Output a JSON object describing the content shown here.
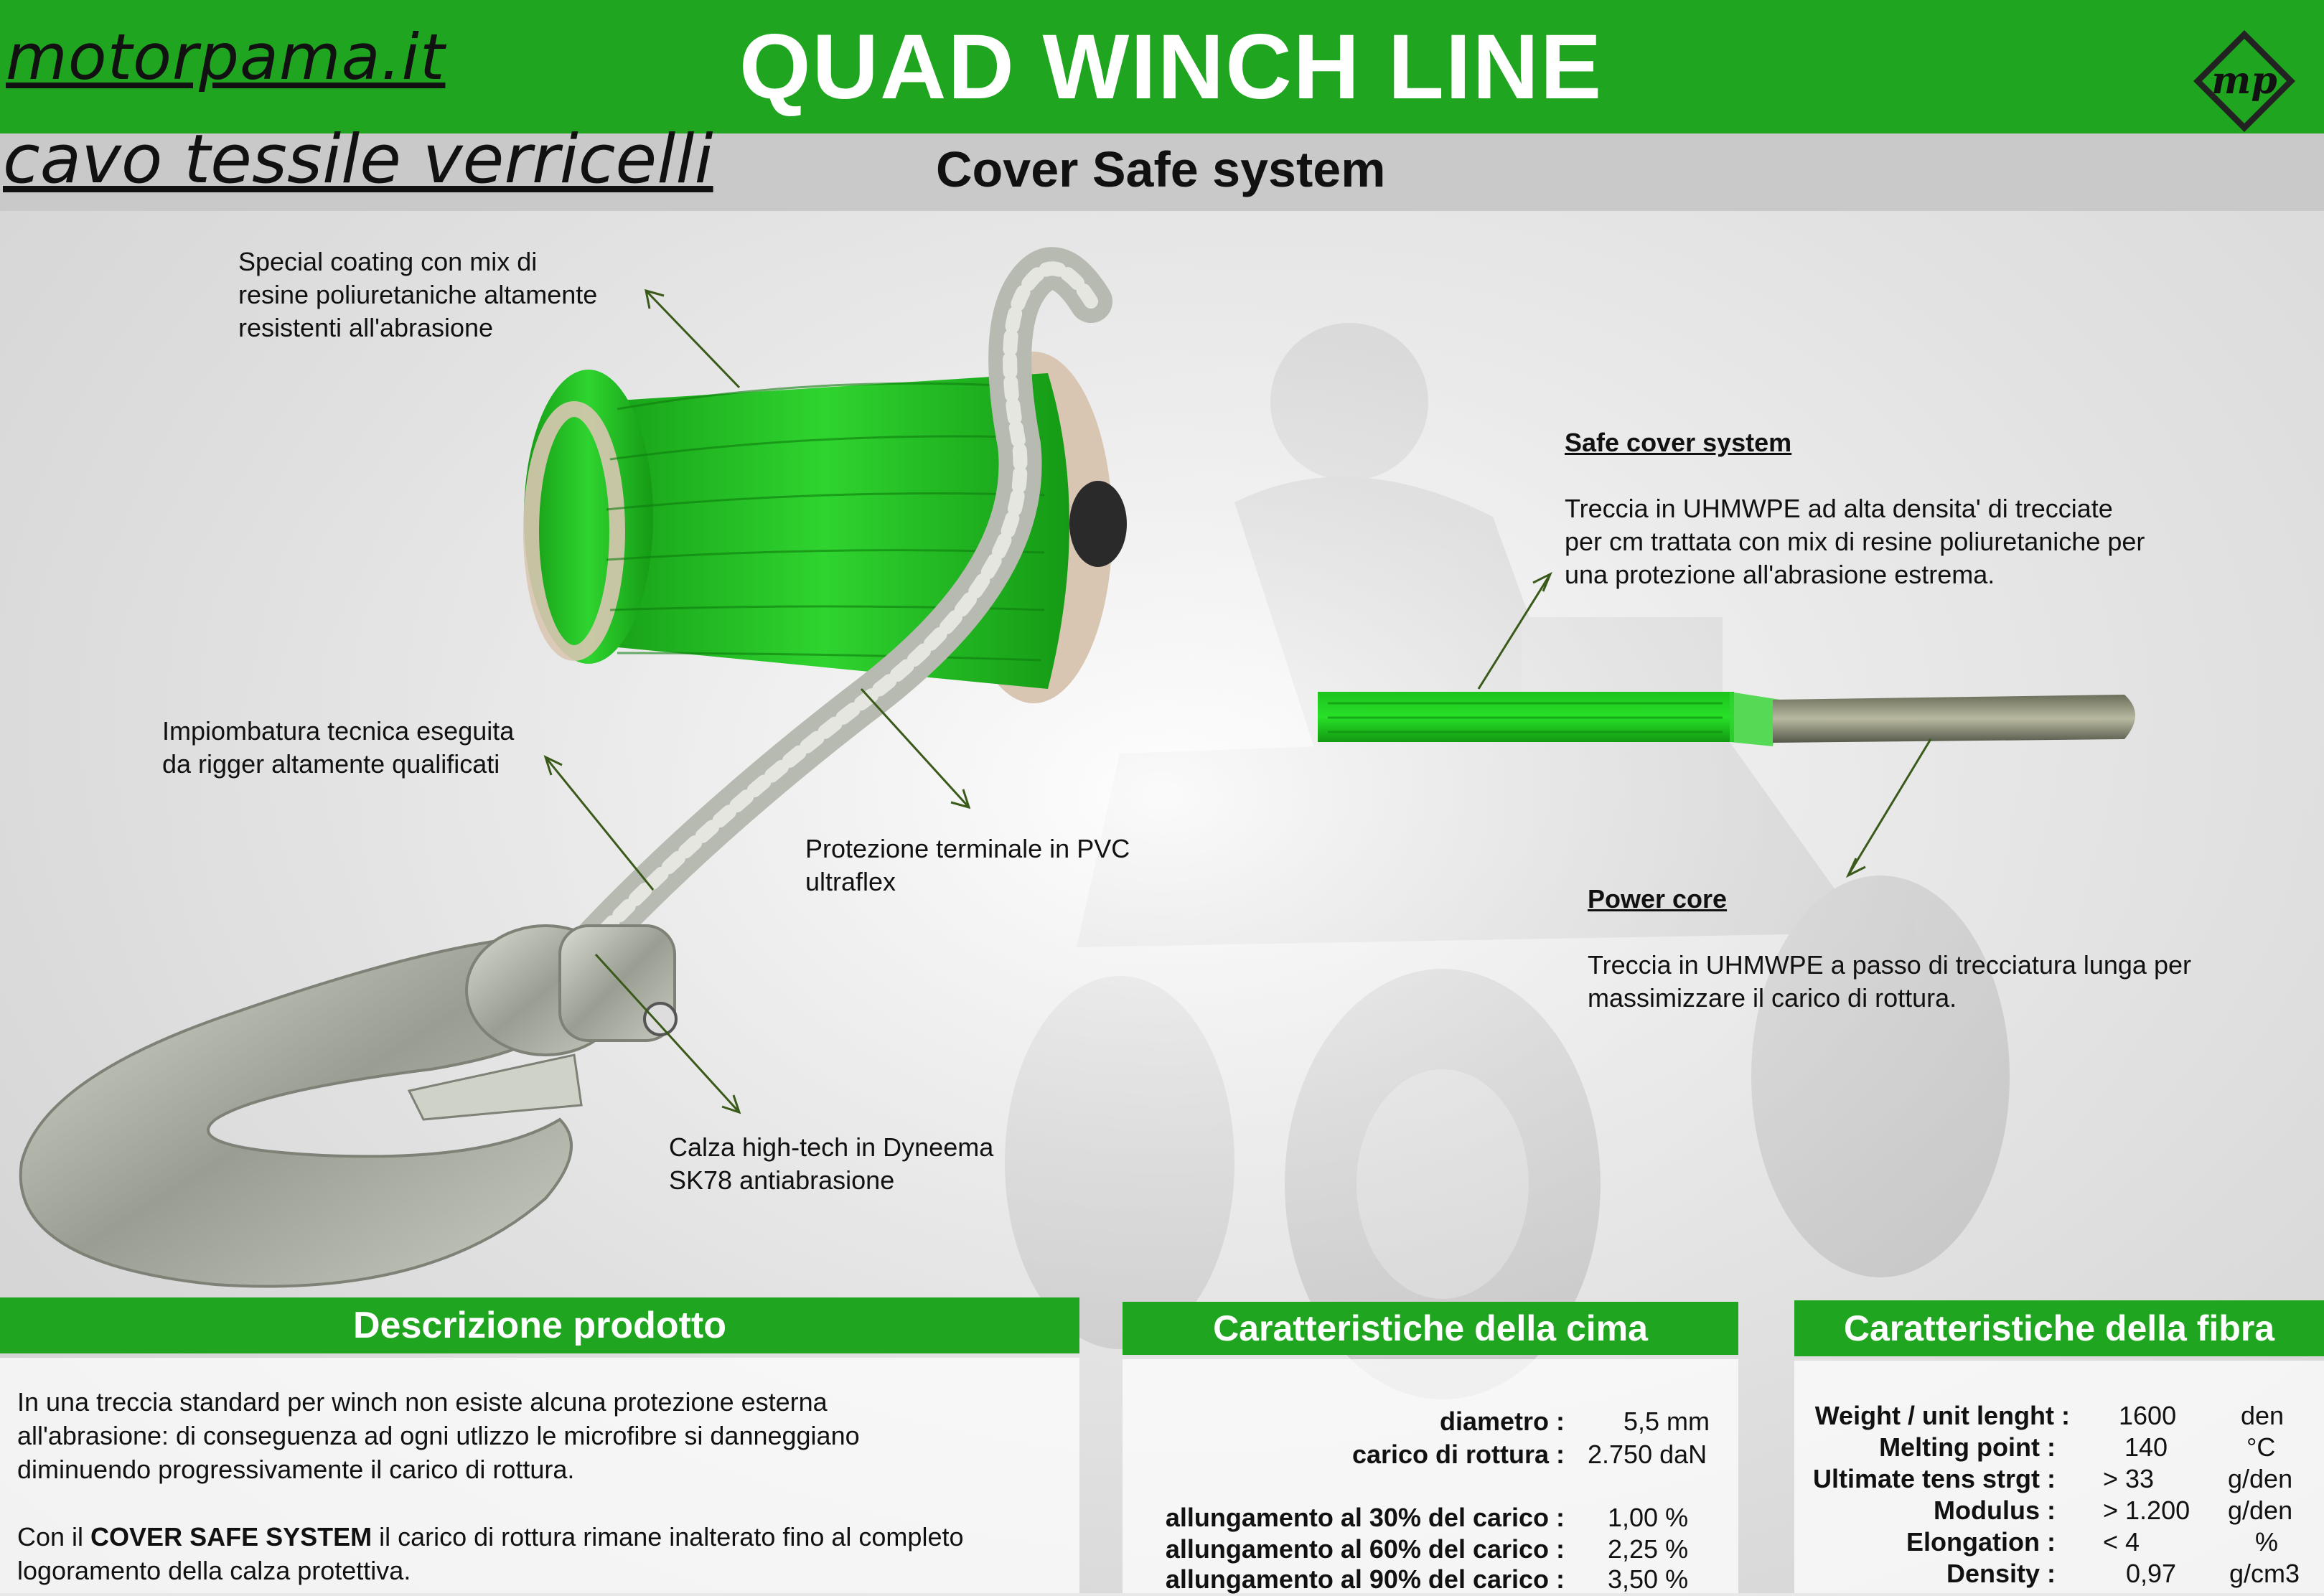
{
  "header": {
    "brand": "motorpama.it",
    "title": "QUAD WINCH LINE",
    "subtitle_left": "cavo tessile verricelli",
    "cover_title": "Cover Safe system",
    "logo_text": "mp"
  },
  "annotations": {
    "coating": [
      "Special coating  con mix di",
      "resine poliuretaniche altamente",
      "resistenti all'abrasione"
    ],
    "splice": [
      "Impiombatura tecnica eseguita",
      "da rigger altamente qualificati"
    ],
    "pvc": [
      "Protezione terminale in PVC",
      "ultraflex"
    ],
    "sleeve": [
      "Calza high-tech in Dyneema",
      "SK78 antiabrasione"
    ],
    "safe_cover": {
      "heading": "Safe cover system",
      "lines": [
        "Treccia in UHMWPE ad alta densita' di trecciate",
        "per cm trattata con mix di resine poliuretaniche per",
        "una protezione all'abrasione estrema."
      ]
    },
    "power_core": {
      "heading": "Power core",
      "lines": [
        "Treccia in UHMWPE a passo di trecciatura lunga per",
        "massimizzare il carico di rottura."
      ]
    }
  },
  "description": {
    "heading": "Descrizione prodotto",
    "p1": [
      "In una treccia standard per winch non esiste alcuna protezione esterna",
      "all'abrasione: di conseguenza ad ogni utlizzo le microfibre si danneggiano",
      "diminuendo progressivamente il carico di rottura."
    ],
    "p2_prefix": "Con il ",
    "p2_bold": "COVER SAFE SYSTEM",
    "p2_suffix": "  il carico di rottura rimane inalterato fino al completo",
    "p2_line2": "logoramento della calza protettiva."
  },
  "cima": {
    "heading": "Caratteristiche della cima",
    "rows": [
      {
        "label": "diametro :",
        "value": "5,5 mm"
      },
      {
        "label": "carico di rottura :",
        "value": "2.750 daN"
      },
      {
        "label": "allungamento al 30% del carico :",
        "value": "1,00 %"
      },
      {
        "label": "allungamento al 60% del carico :",
        "value": "2,25 %"
      },
      {
        "label": "allungamento al 90% del carico :",
        "value": "3,50 %"
      }
    ]
  },
  "fibra": {
    "heading": "Caratteristiche della fibra",
    "rows": [
      {
        "label": "Weight / unit lenght :",
        "value": "1600",
        "unit": "den"
      },
      {
        "label": "Melting point :",
        "value": "140",
        "unit": "°C"
      },
      {
        "label": "Ultimate tens strgt :",
        "value": "> 33",
        "unit": "g/den"
      },
      {
        "label": "Modulus :",
        "value": "> 1.200",
        "unit": "g/den"
      },
      {
        "label": "Elongation :",
        "value": "< 4",
        "unit": "%"
      },
      {
        "label": "Density :",
        "value": "0,97",
        "unit": "g/cm3"
      }
    ]
  },
  "colors": {
    "green": "#1fa51f",
    "rope_green": "#22c422",
    "grey_bar": "#c9c9c9"
  }
}
